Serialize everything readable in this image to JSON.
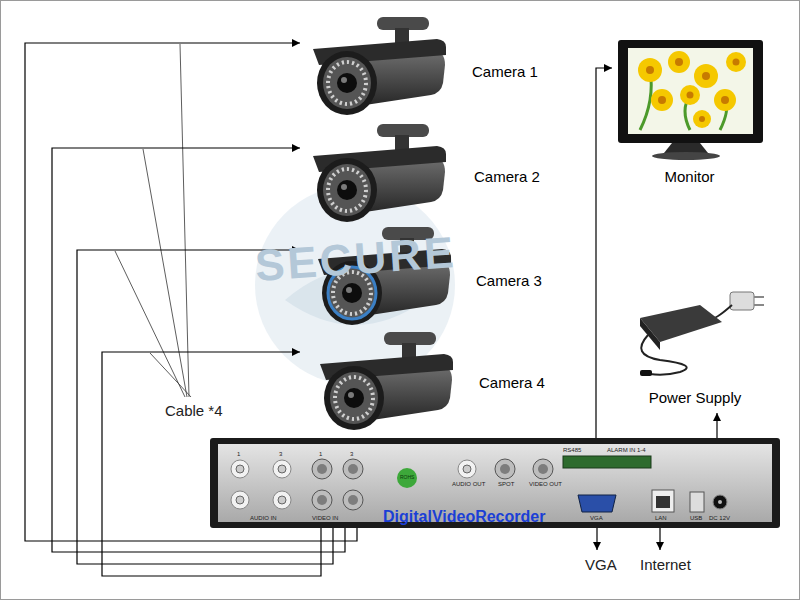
{
  "diagram": {
    "nodes": [
      {
        "text": [
          "Camera 1"
        ]
      },
      {
        "text": [
          "Camera 2"
        ]
      },
      {
        "text": [
          "Camera 3"
        ]
      },
      {
        "text": [
          "Camera 4"
        ]
      },
      {
        "text": [
          "Monitor"
        ]
      },
      {
        "text": [
          "Power Supply"
        ]
      },
      {
        "text": [
          "DigitalVideoRecorder"
        ]
      }
    ],
    "edges": [
      {
        "from": 6,
        "to": 0,
        "arrow": "to"
      },
      {
        "from": 6,
        "to": 1,
        "arrow": "to"
      },
      {
        "from": 6,
        "to": 2,
        "arrow": "to"
      },
      {
        "from": 6,
        "to": 3,
        "arrow": "to"
      },
      {
        "from": 6,
        "to": 4,
        "arrow": "to"
      },
      {
        "from": 6,
        "to": 5,
        "arrow": "to"
      }
    ],
    "labels": [
      "Cable *4",
      "VGA",
      "Internet",
      "SECURE",
      "1",
      "3",
      "1",
      "3",
      "AUDIO IN",
      "VIDEO IN",
      "ROHS",
      "AUDIO OUT",
      "SPOT",
      "VIDEO OUT",
      "RS485",
      "ALARM IN 1-4",
      "VGA",
      "LAN",
      "USB",
      "DC 12V"
    ]
  }
}
